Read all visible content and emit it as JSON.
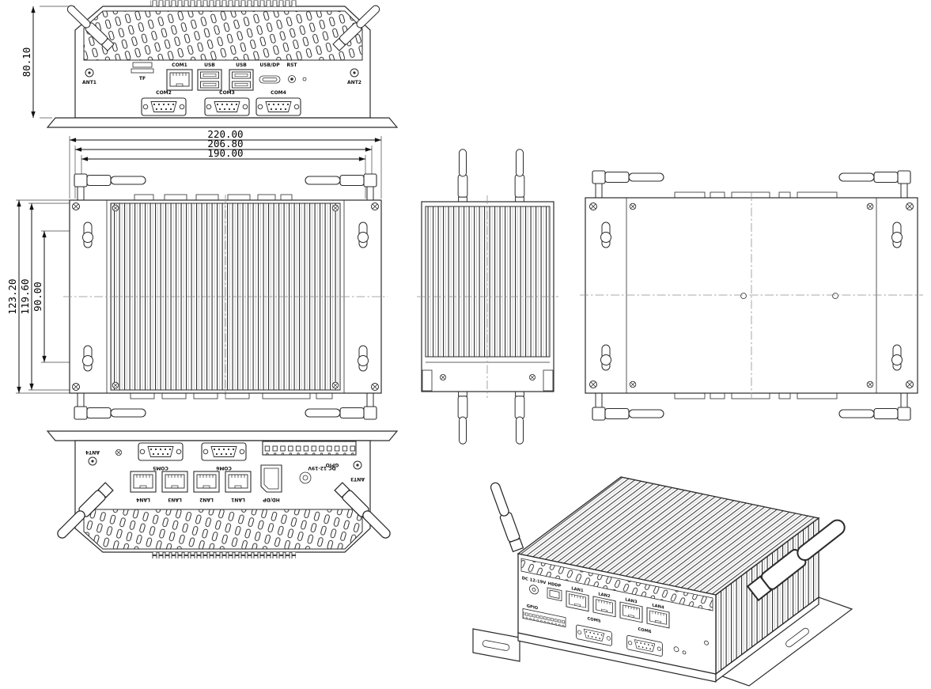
{
  "dims": {
    "front_height": "80.10",
    "width_outer": "220.00",
    "width_mid": "206.80",
    "width_inner": "190.00",
    "depth_outer": "123.20",
    "depth_mid": "119.60",
    "mount_slot_span": "90.00"
  },
  "front_view": {
    "ant_left": "ANT1",
    "ant_right": "ANT2",
    "ports": {
      "tf": "TF",
      "com1": "COM1",
      "usb_a": "USB",
      "usb_b": "USB",
      "usb_dp": "USB/DP",
      "rst": "RST",
      "com2": "COM2",
      "com3": "COM3",
      "com4": "COM4"
    }
  },
  "rear_view": {
    "ant_left": "ANT4",
    "ant_right": "ANT3",
    "ports": {
      "com5": "COM5",
      "com6": "COM6",
      "gpio": "GPIO",
      "lan4": "LAN4",
      "lan3": "LAN3",
      "lan2": "LAN2",
      "lan1": "LAN1",
      "hddp": "HD/DP",
      "dc": "DC 12-19V"
    }
  },
  "iso_view": {
    "ports": {
      "dc": "DC 12-19V",
      "hddp": "HDDP",
      "lan1": "LAN1",
      "lan2": "LAN2",
      "lan3": "LAN3",
      "lan4": "LAN4",
      "gpio": "GPIO",
      "com5": "COM5",
      "com6": "COM6"
    }
  },
  "colors": {
    "line": "#2b2b2b",
    "line_light": "#8f8f8f",
    "bg": "#ffffff"
  }
}
